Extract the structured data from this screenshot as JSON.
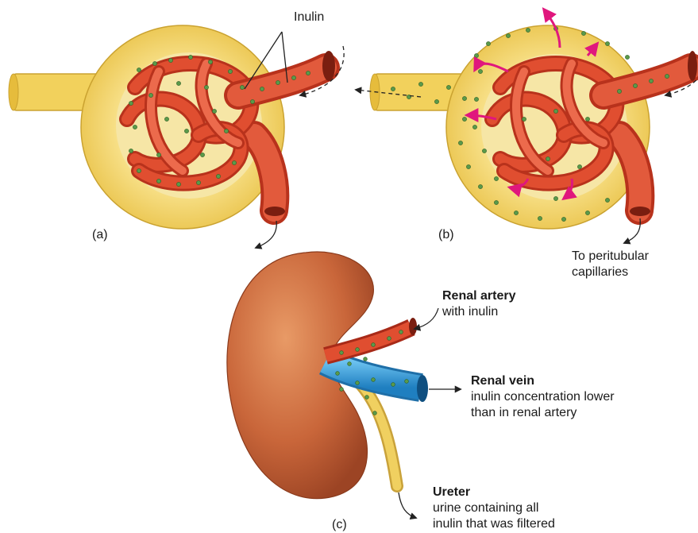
{
  "labels": {
    "inulin": "Inulin",
    "panel_a": "(a)",
    "panel_b": "(b)",
    "panel_c": "(c)",
    "peritubular_line1": "To peritubular",
    "peritubular_line2": "capillaries",
    "renal_artery_title": "Renal artery",
    "renal_artery_desc": "with inulin",
    "renal_vein_title": "Renal vein",
    "renal_vein_desc1": "inulin concentration lower",
    "renal_vein_desc2": "than in renal artery",
    "ureter_title": "Ureter",
    "ureter_desc1": "urine containing all",
    "ureter_desc2": "inulin that was filtered"
  },
  "colors": {
    "capsule": "#f2d15c",
    "capsule_dark": "#d9b23a",
    "vessel": "#d8432a",
    "vessel_dark": "#a82a18",
    "inulin_dot": "#5a9a4a",
    "filtration_arrow": "#e0177d",
    "kidney": "#c9663a",
    "vein": "#3aa0dd",
    "ureter": "#f0d060"
  },
  "icons": [
    "flow-arrow-icon",
    "filtration-arrow-icon",
    "inulin-dot-icon"
  ]
}
